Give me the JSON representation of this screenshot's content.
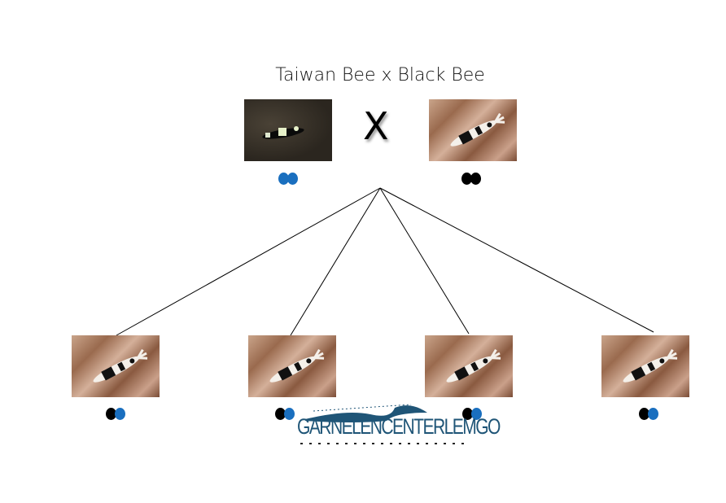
{
  "title": "Taiwan Bee x Black Bee",
  "cross_symbol": "X",
  "parents": [
    {
      "name": "taiwan-bee",
      "photo": "dark",
      "genes": [
        "#1a6fbf",
        "#1a6fbf"
      ]
    },
    {
      "name": "black-bee",
      "photo": "brown",
      "genes": [
        "#000000",
        "#000000"
      ]
    }
  ],
  "offspring": [
    {
      "genes": [
        "#000000",
        "#1a6fbf"
      ]
    },
    {
      "genes": [
        "#000000",
        "#1a6fbf"
      ]
    },
    {
      "genes": [
        "#000000",
        "#1a6fbf"
      ]
    },
    {
      "genes": [
        "#000000",
        "#1a6fbf"
      ]
    }
  ],
  "logo": {
    "text": "GARNELENCENTERLEMGO",
    "color": "#1f5577"
  }
}
